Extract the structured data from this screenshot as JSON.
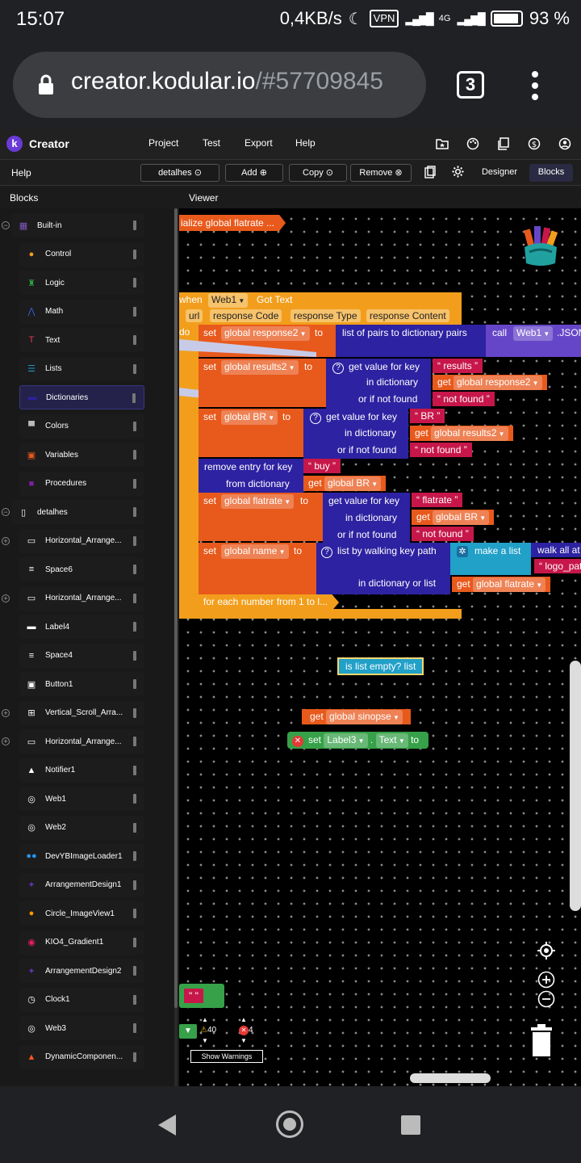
{
  "status_bar": {
    "time": "15:07",
    "speed": "0,4KB/s",
    "vpn": "VPN",
    "network": "4G",
    "battery": "93 %"
  },
  "browser": {
    "url_host": "creator.kodular.io",
    "url_rest": "/#57709845",
    "tab_count": "3"
  },
  "nav": {
    "brand": "Creator",
    "menu": [
      "Project",
      "Test",
      "Export",
      "Help"
    ]
  },
  "toolbar": {
    "help": "Help",
    "screen": "detalhes",
    "add": "Add",
    "copy": "Copy",
    "remove": "Remove",
    "designer": "Designer",
    "blocks": "Blocks"
  },
  "panels": {
    "blocks_title": "Blocks",
    "viewer_title": "Viewer"
  },
  "tree": [
    {
      "label": "Built-in",
      "icon": "grid-icon",
      "color": "#7e57c2",
      "level": 0,
      "expander": "−"
    },
    {
      "label": "Control",
      "icon": "control-icon",
      "color": "#f29e1c",
      "level": 1
    },
    {
      "label": "Logic",
      "icon": "logic-icon",
      "color": "#2ea043",
      "level": 1
    },
    {
      "label": "Math",
      "icon": "math-icon",
      "color": "#3b5bdb",
      "level": 1
    },
    {
      "label": "Text",
      "icon": "text-icon",
      "color": "#e53950",
      "level": 1
    },
    {
      "label": "Lists",
      "icon": "lists-icon",
      "color": "#2196c8",
      "level": 1
    },
    {
      "label": "Dictionaries",
      "icon": "dictionaries-icon",
      "color": "#2d22a1",
      "level": 1,
      "selected": true
    },
    {
      "label": "Colors",
      "icon": "colors-icon",
      "color": "#bbbbbb",
      "level": 1
    },
    {
      "label": "Variables",
      "icon": "variables-icon",
      "color": "#e8591c",
      "level": 1
    },
    {
      "label": "Procedures",
      "icon": "procedures-icon",
      "color": "#7b1fa2",
      "level": 1
    },
    {
      "label": "detalhes",
      "icon": "phone-icon",
      "color": "#ffffff",
      "level": 0,
      "expander": "−"
    },
    {
      "label": "Horizontal_Arrange...",
      "icon": "horizontal-arrangement-icon",
      "color": "#ffffff",
      "level": 1,
      "expander": "+"
    },
    {
      "label": "Space6",
      "icon": "space-icon",
      "color": "#ffffff",
      "level": 1
    },
    {
      "label": "Horizontal_Arrange...",
      "icon": "horizontal-arrangement-icon",
      "color": "#ffffff",
      "level": 1,
      "expander": "+"
    },
    {
      "label": "Label4",
      "icon": "label-icon",
      "color": "#ffffff",
      "level": 1
    },
    {
      "label": "Space4",
      "icon": "space-icon",
      "color": "#ffffff",
      "level": 1
    },
    {
      "label": "Button1",
      "icon": "button-icon",
      "color": "#ffffff",
      "level": 1
    },
    {
      "label": "Vertical_Scroll_Arra...",
      "icon": "vertical-scroll-icon",
      "color": "#ffffff",
      "level": 1,
      "expander": "+"
    },
    {
      "label": "Horizontal_Arrange...",
      "icon": "horizontal-arrangement-icon",
      "color": "#ffffff",
      "level": 1,
      "expander": "+"
    },
    {
      "label": "Notifier1",
      "icon": "bell-icon",
      "color": "#ffffff",
      "level": 1
    },
    {
      "label": "Web1",
      "icon": "globe-icon",
      "color": "#ffffff",
      "level": 1
    },
    {
      "label": "Web2",
      "icon": "globe-icon",
      "color": "#ffffff",
      "level": 1
    },
    {
      "label": "DevYBImageLoader1",
      "icon": "extension-icon",
      "color": "#2196f3",
      "level": 1
    },
    {
      "label": "ArrangementDesign1",
      "icon": "puzzle-icon",
      "color": "#5e35b1",
      "level": 1
    },
    {
      "label": "Circle_ImageView1",
      "icon": "circle-image-icon",
      "color": "#ff9800",
      "level": 1
    },
    {
      "label": "KIO4_Gradient1",
      "icon": "gradient-icon",
      "color": "#e91e63",
      "level": 1
    },
    {
      "label": "ArrangementDesign2",
      "icon": "puzzle-icon",
      "color": "#5e35b1",
      "level": 1
    },
    {
      "label": "Clock1",
      "icon": "clock-icon",
      "color": "#ffffff",
      "level": 1
    },
    {
      "label": "Web3",
      "icon": "globe-icon",
      "color": "#ffffff",
      "level": 1
    },
    {
      "label": "DynamicComponen...",
      "icon": "flame-icon",
      "color": "#ff5722",
      "level": 1
    }
  ],
  "blocks": {
    "init_global": "ialize global flatrate ...",
    "event": {
      "when": "when",
      "component": "Web1",
      "event": "Got Text",
      "params": [
        "url",
        "response Code",
        "response Type",
        "response Content"
      ],
      "do": "do"
    },
    "set": "set",
    "to": "to",
    "get": "get",
    "call": "call",
    "v_response2": "global response2",
    "v_results2": "global results2",
    "v_br": "global BR",
    "v_flatrate": "global flatrate",
    "v_name": "global name",
    "v_sinopse": "global sinopse",
    "list_pairs": "list of pairs to dictionary  pairs",
    "web1": "Web1",
    "json": ".JSON",
    "get_value_for_key": "get value for key",
    "in_dictionary": "in dictionary",
    "if_not_found": "or if not found",
    "results": "results",
    "not_found": "not found",
    "BR": "BR",
    "flatrate": "flatrate",
    "remove_entry": "remove entry for key",
    "from_dictionary": "from dictionary",
    "buy": "buy",
    "walk_path": "list by walking key path",
    "make_list": "make a list",
    "walk_all": "walk all at",
    "logo_path": "logo_pat",
    "in_dict_or_list": "in dictionary or list",
    "for_each": "for each number from 1 to l...",
    "is_list_empty": "is list empty?  list",
    "label3": "Label3",
    "text_prop": "Text",
    "dot": ".",
    "empty_str": "\" \""
  },
  "warnings": {
    "count": "40",
    "errors": "4",
    "button": "Show Warnings"
  }
}
